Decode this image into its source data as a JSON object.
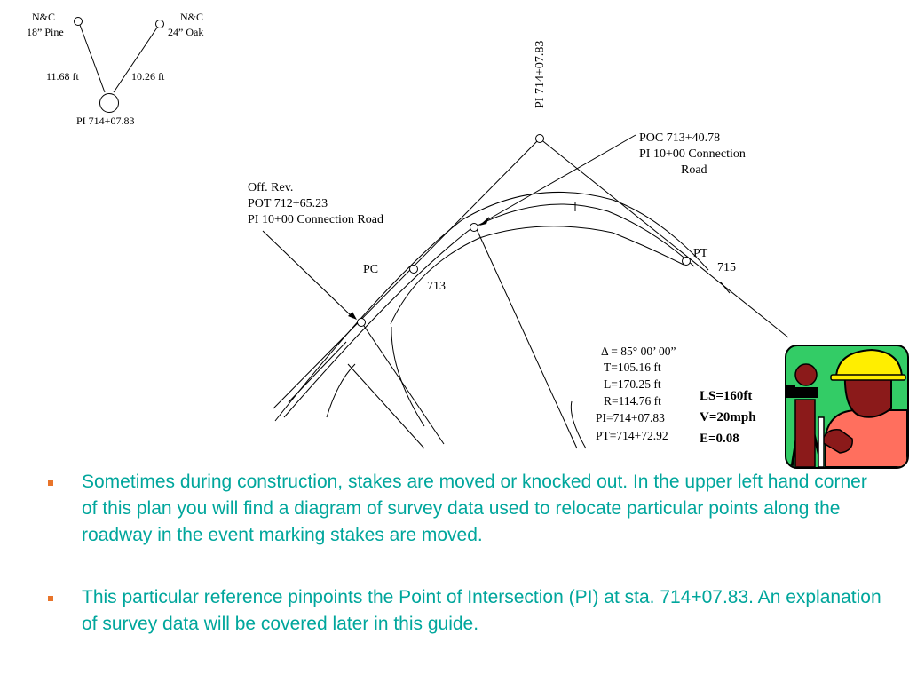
{
  "diagram": {
    "tree_left": {
      "line1": "N&C",
      "line2": "18” Pine"
    },
    "tree_right": {
      "line1": "N&C",
      "line2": "24” Oak"
    },
    "dist_left": "11.68 ft",
    "dist_right": "10.26 ft",
    "pi_ref": "PI 714+07.83",
    "pi_top": "PI 714+07.83",
    "poc": {
      "line1": "POC 713+40.78",
      "line2": "PI 10+00 Connection",
      "line3": "Road"
    },
    "offrev": {
      "line1": "Off. Rev.",
      "line2": "POT 712+65.23",
      "line3": "PI 10+00 Connection Road"
    },
    "pc_label": "PC",
    "pt_label": "PT",
    "sta_713": "713",
    "sta_715": "715",
    "curve_data": {
      "delta": "Δ = 85° 00’  00”",
      "t": "T=105.16 ft",
      "l": "L=170.25 ft",
      "r": "R=114.76 ft",
      "pi": "PI=714+07.83",
      "pt": "PT=714+72.92"
    },
    "design": {
      "ls": "LS=160ft",
      "v": "V=20mph",
      "e": "E=0.08"
    }
  },
  "bullets": [
    "Sometimes during construction, stakes are moved or knocked out.  In the upper left hand corner of this plan you will find a diagram of survey data used to relocate particular points along the roadway in the event marking stakes are moved.",
    "This particular reference pinpoints the Point of Intersection (PI) at sta. 714+07.83.  An explanation of survey data will be covered later in this guide."
  ],
  "colors": {
    "bullet_text": "#00a69c",
    "bullet_marker": "#e8742a",
    "clipart_bg": "#33cc66"
  },
  "icons": {
    "clipart": "surveyor-icon"
  }
}
